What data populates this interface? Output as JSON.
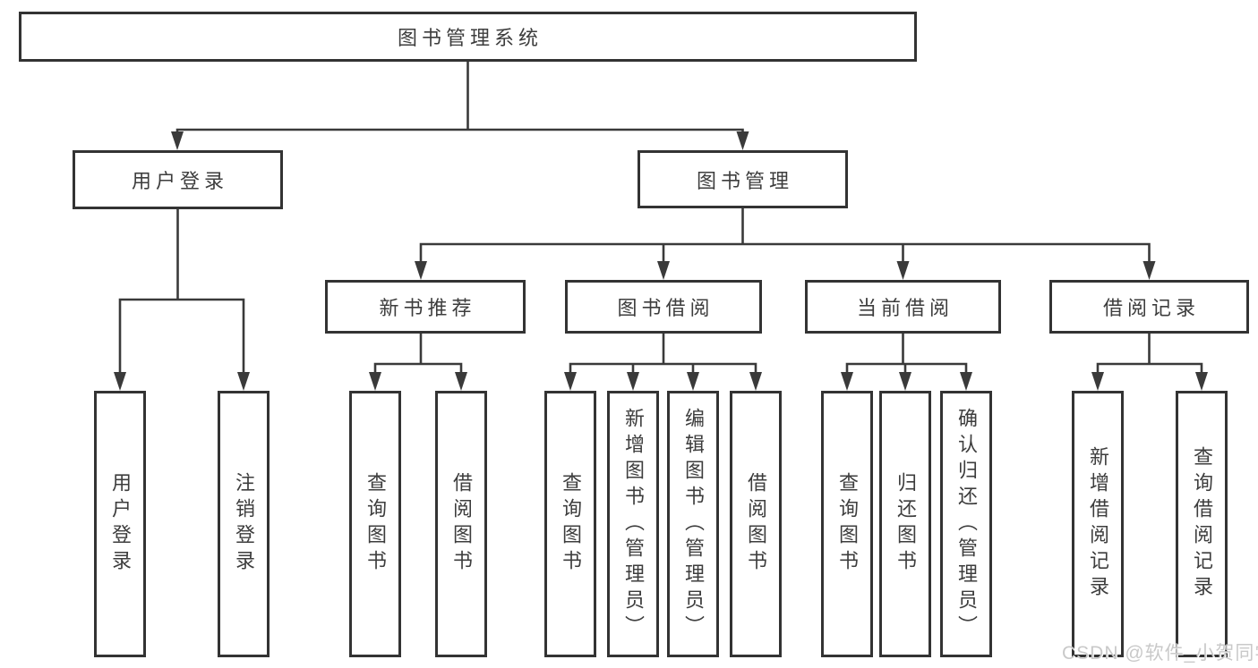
{
  "tree": {
    "label": "图书管理系统",
    "children": [
      {
        "label": "用户登录",
        "children": [
          {
            "label": "用户登录"
          },
          {
            "label": "注销登录"
          }
        ]
      },
      {
        "label": "图书管理",
        "children": [
          {
            "label": "新书推荐",
            "children": [
              {
                "label": "查询图书"
              },
              {
                "label": "借阅图书"
              }
            ]
          },
          {
            "label": "图书借阅",
            "children": [
              {
                "label": "查询图书"
              },
              {
                "label": "新增图书（管理员）"
              },
              {
                "label": "编辑图书（管理员）"
              },
              {
                "label": "借阅图书"
              }
            ]
          },
          {
            "label": "当前借阅",
            "children": [
              {
                "label": "查询图书"
              },
              {
                "label": "归还图书"
              },
              {
                "label": "确认归还（管理员）"
              }
            ]
          },
          {
            "label": "借阅记录",
            "children": [
              {
                "label": "新增借阅记录"
              },
              {
                "label": "查询借阅记录"
              }
            ]
          }
        ]
      }
    ]
  },
  "colors": {
    "box_border": "#333333",
    "connector_line": "#3a3a3a",
    "label_text": "#3d3d3d",
    "watermark_text": "#c9c9c9",
    "background": "#ffffff"
  },
  "watermark": {
    "text": "CSDN @软件_小贺同学"
  }
}
